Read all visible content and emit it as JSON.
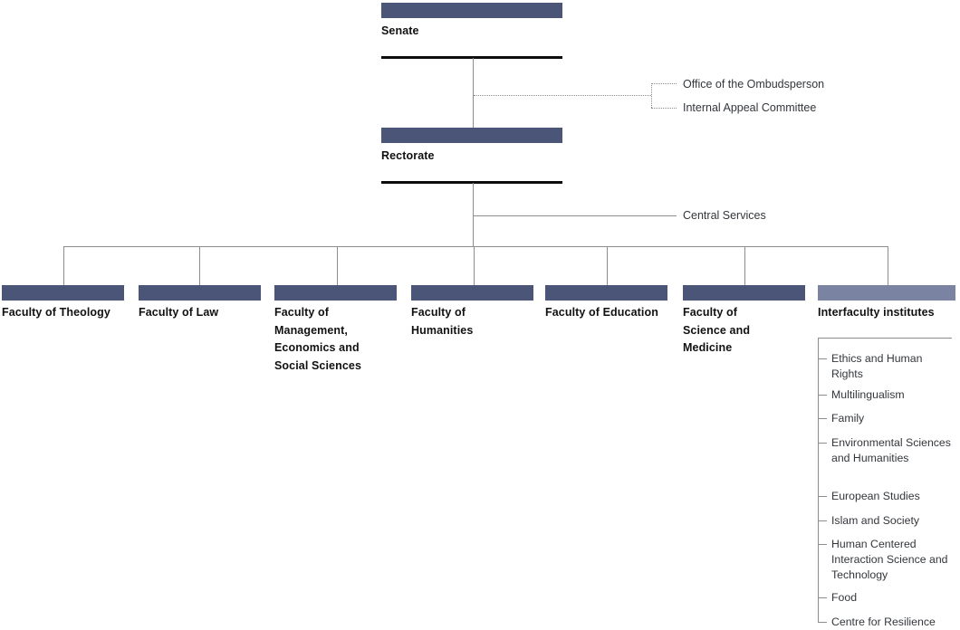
{
  "diagram": {
    "title": "University organisational chart",
    "colors": {
      "bar_dark": "#4a5578",
      "bar_light": "#7b83a3",
      "rule_black": "#0d0d0d",
      "connector": "#8d8d8d",
      "text": "#111111",
      "side_text": "#33363b"
    }
  },
  "top": {
    "senate": {
      "label": "Senate"
    },
    "rectorate": {
      "label": "Rectorate"
    }
  },
  "senate_side_units": [
    {
      "label": "Office of the Ombudsperson"
    },
    {
      "label": "Internal Appeal Committee"
    }
  ],
  "rectorate_side_units": [
    {
      "label": "Central Services"
    }
  ],
  "faculties": [
    {
      "label": "Faculty of Theology"
    },
    {
      "label": "Faculty of Law"
    },
    {
      "label": "Faculty of Management, Economics and Social Sciences"
    },
    {
      "label": "Faculty of Humanities"
    },
    {
      "label": "Faculty of Education"
    },
    {
      "label": "Faculty of Science and Medicine"
    },
    {
      "label": "Interfaculty institutes"
    }
  ],
  "interfaculty_institutes": [
    {
      "label": "Ethics and Human Rights"
    },
    {
      "label": "Multilingualism"
    },
    {
      "label": "Family"
    },
    {
      "label": "Environmental Sciences and Humanities"
    },
    {
      "label": "European Studies"
    },
    {
      "label": "Islam and Society"
    },
    {
      "label": "Human Centered Interaction Science and Technology"
    },
    {
      "label": "Food"
    },
    {
      "label": "Centre for Resilience"
    }
  ]
}
